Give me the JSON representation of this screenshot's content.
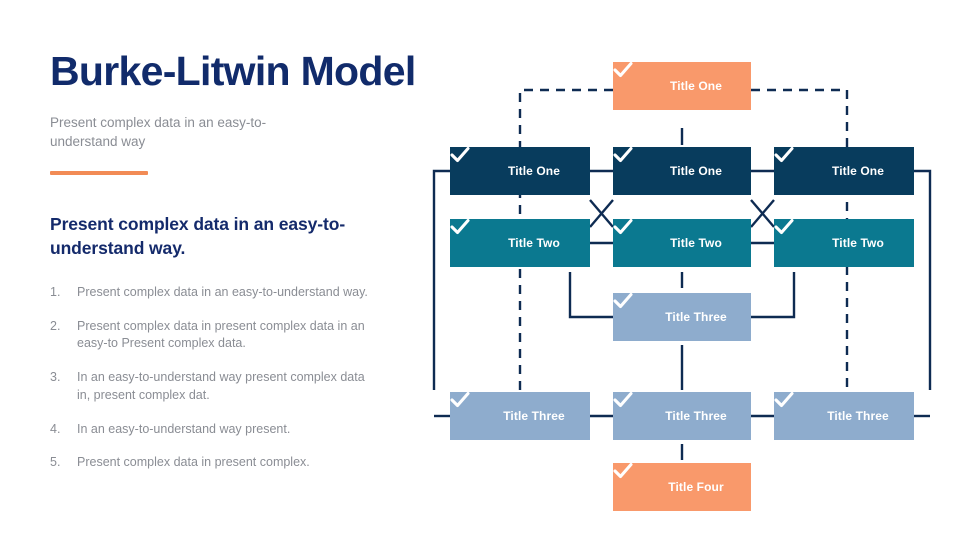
{
  "slide": {
    "title": "Burke-Litwin Model",
    "subtitle": "Present complex data in an easy-to-understand way",
    "lead_heading": "Present complex data in an easy-to-understand way.",
    "background_color": "#ffffff"
  },
  "colors": {
    "title_navy": "#112B6B",
    "body_gray": "#8A8D94",
    "accent_orange": "#F28B55",
    "node_orange": "#F9996B",
    "node_navy": "#083C5D",
    "node_teal": "#0B7990",
    "node_light_blue": "#8EACCD",
    "connector": "#0E2B52"
  },
  "bullets": [
    {
      "num": "1.",
      "text": "Present complex data in an easy-to-understand way."
    },
    {
      "num": "2.",
      "text": "Present complex data in present complex data in an easy-to Present complex data."
    },
    {
      "num": "3.",
      "text": "In an easy-to-understand way present complex data in, present complex dat."
    },
    {
      "num": "4.",
      "text": "In an easy-to-understand way present."
    },
    {
      "num": "5.",
      "text": "Present complex data in present complex."
    }
  ],
  "diagram": {
    "icon": "check-icon",
    "nodes": [
      {
        "id": "top-orange",
        "label": "Title One",
        "color": "orange",
        "row": "top"
      },
      {
        "id": "navy-left",
        "label": "Title One",
        "color": "navy",
        "row": "r1"
      },
      {
        "id": "navy-center",
        "label": "Title One",
        "color": "navy",
        "row": "r1"
      },
      {
        "id": "navy-right",
        "label": "Title One",
        "color": "navy",
        "row": "r1"
      },
      {
        "id": "teal-left",
        "label": "Title Two",
        "color": "teal",
        "row": "r2"
      },
      {
        "id": "teal-center",
        "label": "Title Two",
        "color": "teal",
        "row": "r2"
      },
      {
        "id": "teal-right",
        "label": "Title Two",
        "color": "teal",
        "row": "r2"
      },
      {
        "id": "mid-lblue",
        "label": "Title Three",
        "color": "lblue",
        "row": "r3"
      },
      {
        "id": "lblue-left",
        "label": "Title Three",
        "color": "lblue",
        "row": "r4"
      },
      {
        "id": "lblue-center",
        "label": "Title Three",
        "color": "lblue",
        "row": "r4"
      },
      {
        "id": "lblue-right",
        "label": "Title Three",
        "color": "lblue",
        "row": "r4"
      },
      {
        "id": "bottom-orange",
        "label": "Title Four",
        "color": "orange",
        "row": "bottom"
      }
    ]
  }
}
